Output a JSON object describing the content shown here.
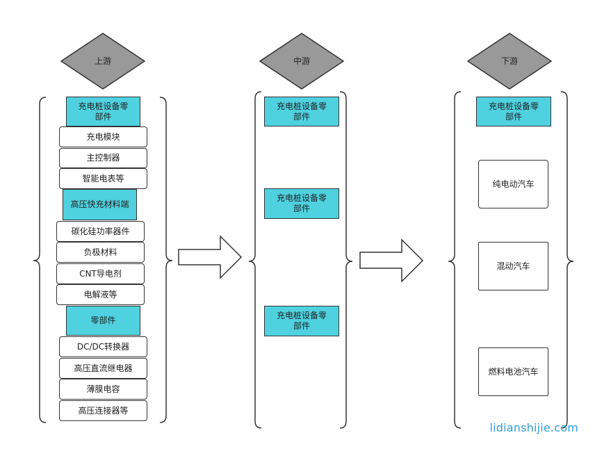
{
  "stages": {
    "upstream": "上游",
    "midstream": "中游",
    "downstream": "下游"
  },
  "upstream": {
    "group1_title": "充电桩设备零部件",
    "group1_items": [
      "充电模块",
      "主控制器",
      "智能电表等"
    ],
    "group2_title": "高压快充材料端",
    "group2_items": [
      "碳化硅功率器件",
      "负极材料",
      "CNT导电剂",
      "电解液等"
    ],
    "group3_title": "零部件",
    "group3_items": [
      "DC/DC转换器",
      "高压直流继电器",
      "薄膜电容",
      "高压连接器等"
    ]
  },
  "midstream": {
    "items": [
      "充电桩设备零部件",
      "充电桩设备零部件",
      "充电桩设备零部件"
    ]
  },
  "downstream": {
    "title": "充电桩设备零部件",
    "items": [
      "纯电动汽车",
      "混动汽车",
      "燃料电池汽车"
    ]
  },
  "watermark": "lidianshijie.com",
  "colors": {
    "cyan": "#4fd1df",
    "diamond": "#999999",
    "stroke": "#333333",
    "watermark": "#2f9fd8"
  }
}
